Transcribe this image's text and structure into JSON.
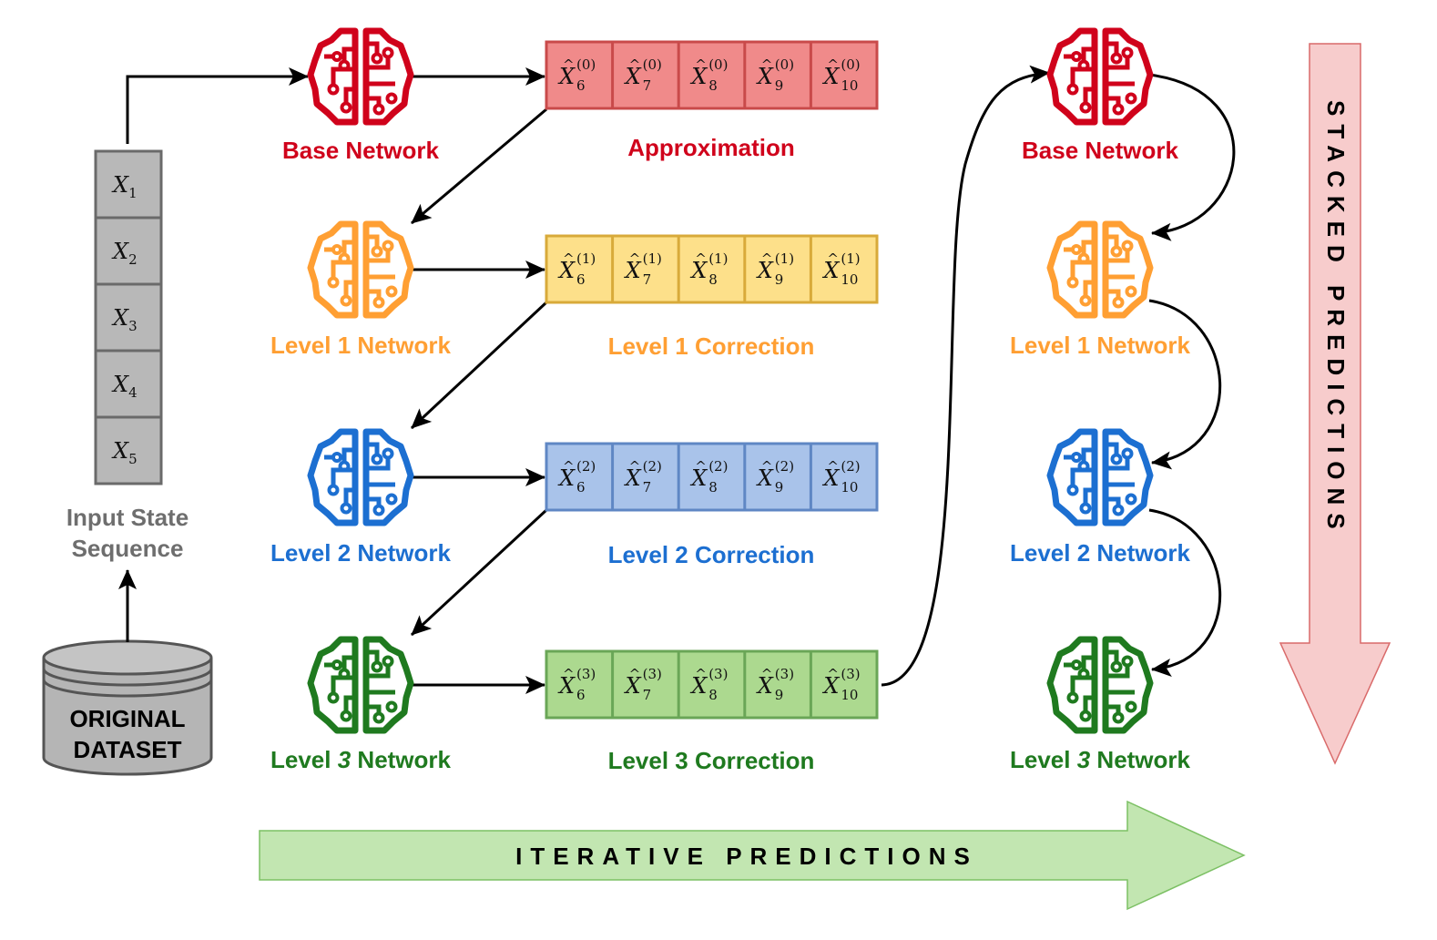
{
  "colors": {
    "base": "#d0021b",
    "level1": "#ff9f33",
    "level2": "#1c6fd1",
    "level3": "#1f7a1f",
    "approx_fill": "#f08a8a",
    "approx_stroke": "#c94a4a",
    "level1_fill": "#fde08a",
    "level1_stroke": "#d8aa3a",
    "level2_fill": "#a9c3ea",
    "level2_stroke": "#5f87c4",
    "level3_fill": "#acd98f",
    "level3_stroke": "#6aa657",
    "input_fill": "#b8b8b8",
    "input_stroke": "#6a6a6a",
    "stacked_fill": "#f7cccc",
    "stacked_stroke": "#d96a6a",
    "iter_fill": "#c2e6b1",
    "iter_stroke": "#7cc064"
  },
  "icons": {
    "network": "brain-circuit-icon",
    "dataset": "database-cylinder-icon"
  },
  "input": {
    "label_line1": "Input State",
    "label_line2": "Sequence",
    "symbol": "X",
    "cells": [
      "1",
      "2",
      "3",
      "4",
      "5"
    ]
  },
  "dataset": {
    "line1": "ORIGINAL",
    "line2": "DATASET"
  },
  "networks": {
    "base": "Base Network",
    "level1": "Level 1 Network",
    "level2": "Level 2 Network",
    "level3_prefix": "Level ",
    "level3_num": "3",
    "level3_suffix": " Network"
  },
  "corrections": {
    "approx": "Approximation",
    "level1": "Level 1 Correction",
    "level2": "Level 2 Correction",
    "level3": "Level 3 Correction"
  },
  "predictions": {
    "symbol": "X",
    "hat": "^",
    "subscripts": [
      "6",
      "7",
      "8",
      "9",
      "10"
    ],
    "superscripts": [
      "(0)",
      "(1)",
      "(2)",
      "(3)"
    ]
  },
  "arrows": {
    "iterative": "ITERATIVE PREDICTIONS",
    "stacked": "STACKED PREDICTIONS"
  }
}
